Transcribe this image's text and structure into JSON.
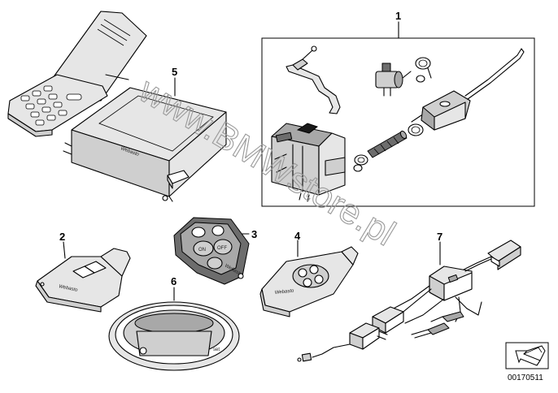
{
  "diagram": {
    "callouts": {
      "p1": "1",
      "p2": "2",
      "p3": "3",
      "p4": "4",
      "p5": "5",
      "p6": "6",
      "p7": "7"
    },
    "watermark": "www.BMWstore.pl",
    "brand_label": "Webasto",
    "remote_buttons": {
      "on": "ON",
      "off": "OFF"
    },
    "display_label": "set",
    "diagram_number": "00170511"
  },
  "icons": {
    "corner_arrow": "arrow-icon"
  }
}
